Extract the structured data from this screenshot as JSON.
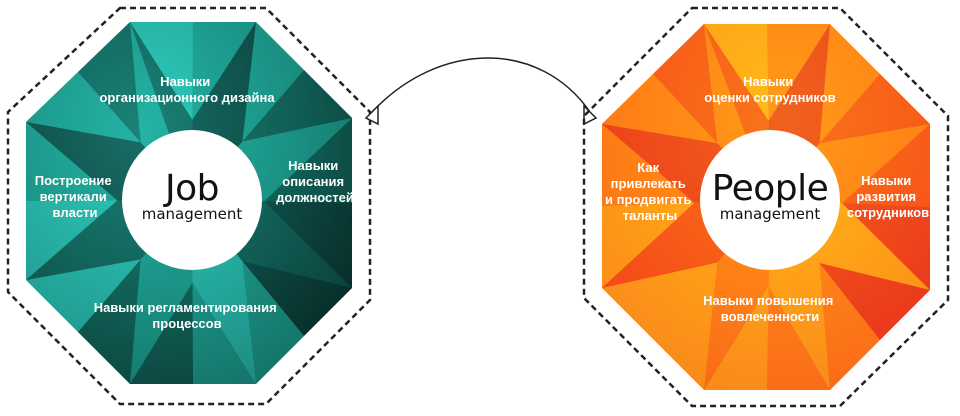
{
  "left_diagram": {
    "title_main": "Job",
    "title_sub": "management",
    "colors": {
      "light": "#2fc7b9",
      "mid": "#1e9a8c",
      "dark": "#0b3f39",
      "darkest": "#061b19"
    },
    "segments": [
      {
        "line1": "Навыки",
        "line2": "организационного дизайна"
      },
      {
        "line1": "Навыки",
        "line2": "описания",
        "line3": "должностей"
      },
      {
        "line1": "Навыки регламентирования",
        "line2": "процессов"
      },
      {
        "line1": "Построение",
        "line2": "вертикали",
        "line3": "власти"
      }
    ]
  },
  "right_diagram": {
    "title_main": "People",
    "title_sub": "management",
    "colors": {
      "light": "#ffc21a",
      "mid": "#ff8a16",
      "dark": "#f2461a",
      "darkest": "#e2231f"
    },
    "segments": [
      {
        "line1": "Навыки",
        "line2": "оценки сотрудников"
      },
      {
        "line1": "Навыки",
        "line2": "развития",
        "line3": "сотрудников"
      },
      {
        "line1": "Навыки повышения",
        "line2": "вовлеченности"
      },
      {
        "line1": "Как",
        "line2": "привлекать",
        "line3": "и продвигать",
        "line4": "таланты"
      }
    ]
  },
  "connector": {
    "style": "curved two-way arrow"
  }
}
